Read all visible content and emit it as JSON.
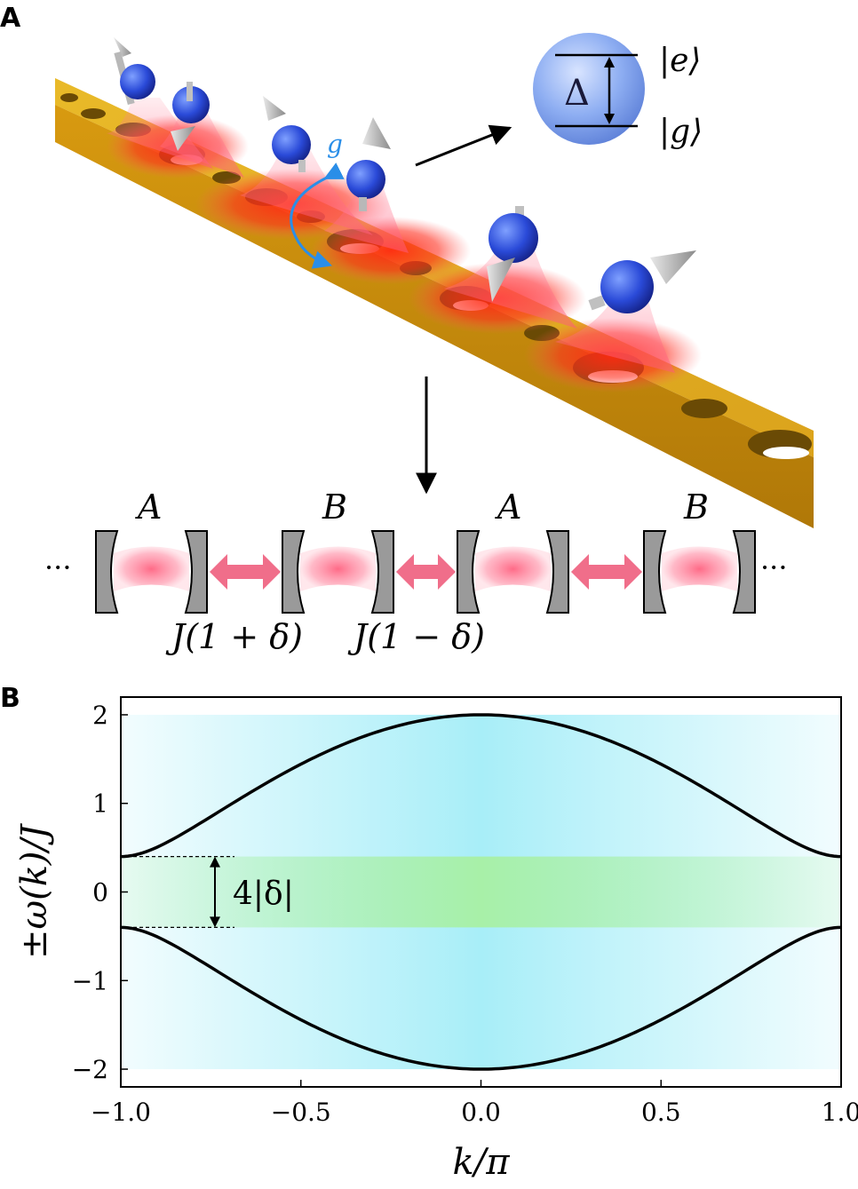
{
  "panel_a": {
    "letter": "A",
    "coupling_label": "g",
    "gap_symbol": "Δ",
    "excited_state": "|e⟩",
    "ground_state": "|g⟩",
    "dots_left": "···",
    "dots_right": "···",
    "cavity_labels": [
      "A",
      "B",
      "A",
      "B"
    ],
    "hopping_labels": [
      "J(1 + δ)",
      "J(1 − δ)"
    ]
  },
  "panel_b": {
    "letter": "B",
    "gap_label": "4|δ|"
  },
  "chart_data": {
    "type": "line",
    "xlabel": "k/π",
    "ylabel": "±ω(k)/J",
    "xlim": [
      -1.0,
      1.0
    ],
    "ylim": [
      -2.2,
      2.2
    ],
    "xticks": [
      -1.0,
      -0.5,
      0.0,
      0.5,
      1.0
    ],
    "xtick_labels": [
      "−1.0",
      "−0.5",
      "0.0",
      "0.5",
      "1.0"
    ],
    "yticks": [
      -2,
      -1,
      0,
      1,
      2
    ],
    "ytick_labels": [
      "−2",
      "−1",
      "0",
      "1",
      "2"
    ],
    "delta": 0.2,
    "grid": false,
    "series": [
      {
        "x": [
          -1.0,
          -0.9,
          -0.8,
          -0.7,
          -0.6,
          -0.5,
          -0.4,
          -0.3,
          -0.2,
          -0.1,
          0.0,
          0.1,
          0.2,
          0.3,
          0.4,
          0.5,
          0.6,
          0.7,
          0.8,
          0.9,
          1.0
        ],
        "values": [
          0.4,
          0.508,
          0.772,
          1.069,
          1.355,
          1.612,
          1.76,
          1.869,
          1.951,
          1.988,
          2.0,
          1.988,
          1.951,
          1.869,
          1.76,
          1.612,
          1.355,
          1.069,
          0.772,
          0.508,
          0.4
        ]
      },
      {
        "x": [
          -1.0,
          -0.9,
          -0.8,
          -0.7,
          -0.6,
          -0.5,
          -0.4,
          -0.3,
          -0.2,
          -0.1,
          0.0,
          0.1,
          0.2,
          0.3,
          0.4,
          0.5,
          0.6,
          0.7,
          0.8,
          0.9,
          1.0
        ],
        "values": [
          -0.4,
          -0.508,
          -0.772,
          -1.069,
          -1.355,
          -1.612,
          -1.76,
          -1.869,
          -1.951,
          -1.988,
          -2.0,
          -1.988,
          -1.951,
          -1.869,
          -1.76,
          -1.612,
          -1.355,
          -1.069,
          -0.772,
          -0.508,
          -0.4
        ]
      }
    ],
    "colors": {
      "line": "#000000",
      "band": "#a8eef8",
      "gap": "#a8f0a8"
    }
  }
}
